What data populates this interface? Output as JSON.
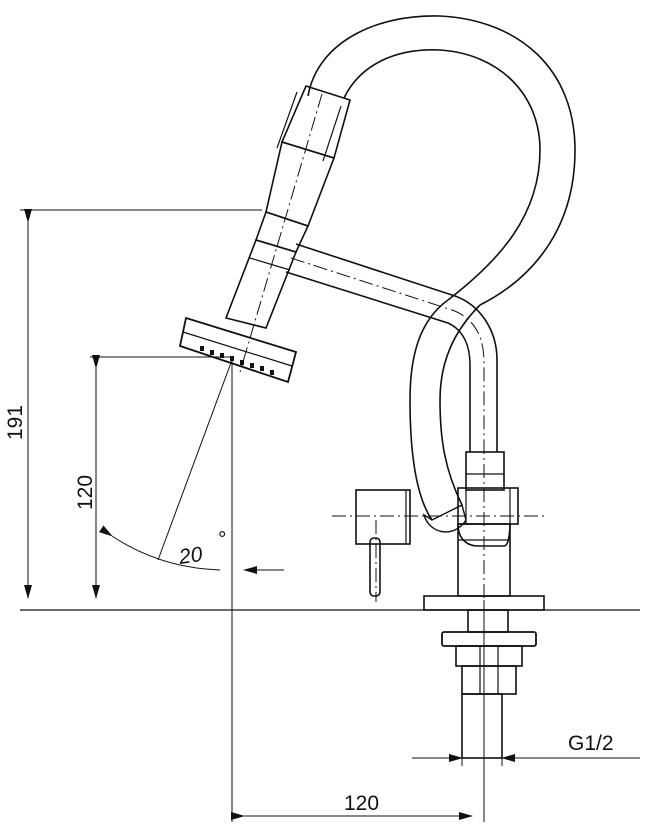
{
  "dimensions": {
    "total_height": "191",
    "spray_height": "120",
    "angle": "20",
    "angle_unit": "°",
    "horizontal_reach": "120",
    "thread": "G1/2"
  },
  "colors": {
    "line": "#111111",
    "background": "#ffffff"
  }
}
